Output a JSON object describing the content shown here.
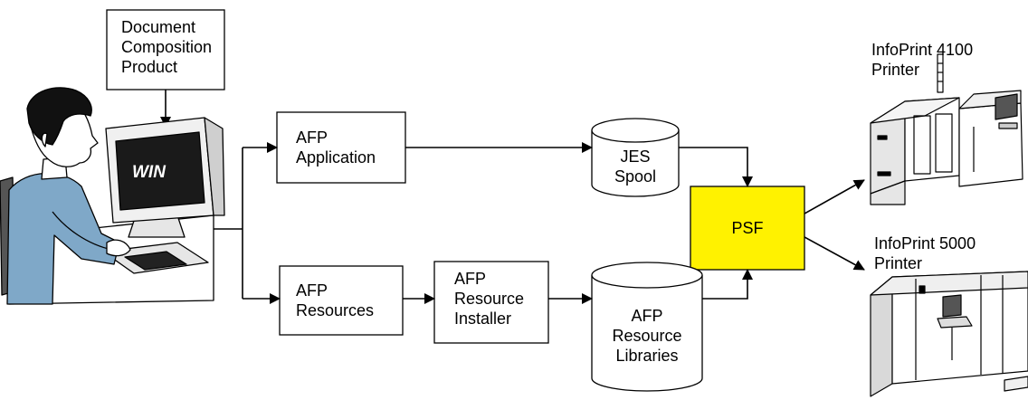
{
  "colors": {
    "psf_fill": "#FFF200",
    "line": "#000000",
    "monitor_screen": "#1a1a1a",
    "shirt": "#7fa8c8"
  },
  "nodes": {
    "doc_composition": [
      "Document",
      "Composition",
      "Product"
    ],
    "win_screen": "WIN",
    "afp_application": [
      "AFP",
      "Application"
    ],
    "jes_spool": [
      "JES",
      "Spool"
    ],
    "psf": "PSF",
    "afp_resources": [
      "AFP",
      "Resources"
    ],
    "afp_resource_installer": [
      "AFP",
      "Resource",
      "Installer"
    ],
    "afp_resource_libraries": [
      "AFP",
      "Resource",
      "Libraries"
    ],
    "printer_4100": [
      "InfoPrint 4100",
      "Printer"
    ],
    "printer_5000": [
      "InfoPrint 5000",
      "Printer"
    ]
  },
  "icons": [
    "user-at-workstation-icon",
    "printer-icon",
    "printer-icon"
  ]
}
